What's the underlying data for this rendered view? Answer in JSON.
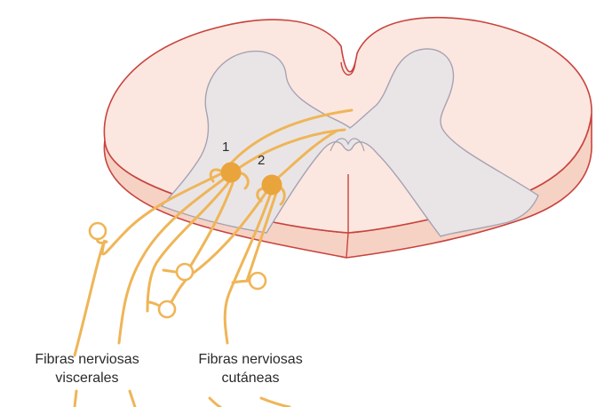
{
  "labels": {
    "neuron_1": "1",
    "neuron_2": "2",
    "visceral_line1": "Fibras nerviosas",
    "visceral_line2": "viscerales",
    "cutaneous_line1": "Fibras nerviosas",
    "cutaneous_line2": "cutáneas"
  },
  "colors": {
    "cord_fill": "#fbe7df",
    "cord_side": "#f6d2c4",
    "cord_outline": "#c8433e",
    "grey_matter": "#e9e5e7",
    "grey_outline": "#a7a2b2",
    "fiber": "#efb557",
    "neuron": "#e9a43c"
  }
}
